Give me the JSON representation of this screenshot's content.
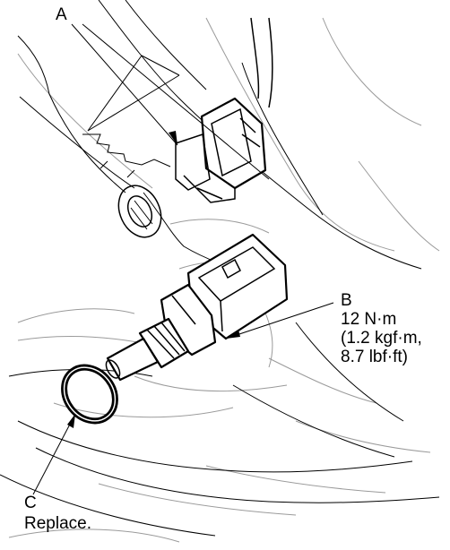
{
  "callouts": {
    "a": {
      "letter": "A"
    },
    "b": {
      "letter": "B",
      "torque": "12 N·m",
      "torque_kgf": "(1.2 kgf·m,",
      "torque_lbf": "8.7 lbf·ft)"
    },
    "c": {
      "letter": "C",
      "note": "Replace."
    }
  }
}
